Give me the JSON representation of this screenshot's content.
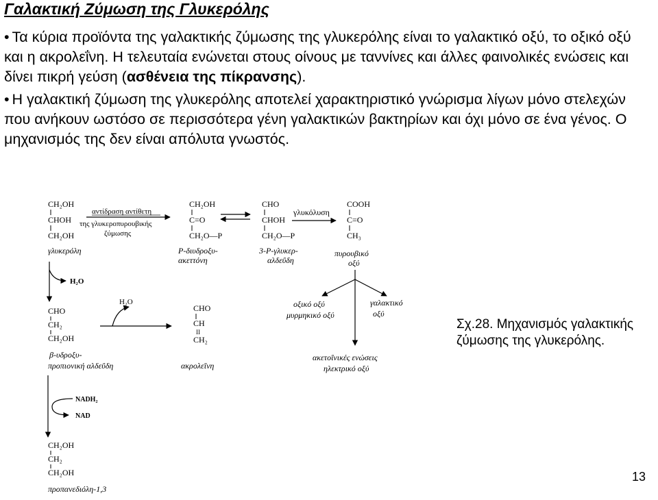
{
  "slide": {
    "title": "Γαλακτική Ζύμωση της Γλυκερόλης",
    "bullet1": {
      "pre": "Τα κύρια προϊόντα της γαλακτικής ζύμωσης της γλυκερόλης είναι το γαλακτικό οξύ, το οξικό οξύ και η ακρολεΐνη. Η τελευταία ενώνεται στους οίνους με ταννίνες και άλλες φαινολικές ενώσεις και δίνει πικρή γεύση (",
      "bold": "ασθένεια της πίκρανσης",
      "post": ")."
    },
    "bullet2": "Η γαλακτική ζύμωση της γλυκερόλης αποτελεί χαρακτηριστικό γνώρισμα λίγων μόνο στελεχών που ανήκουν ωστόσο σε περισσότερα γένη γαλακτικών βακτηρίων και όχι μόνο σε ένα γένος. Ο μηχανισμός της δεν είναι απόλυτα γνωστός.",
    "caption": "Σχ.28. Μηχανισμός γαλακτικής ζύμωσης της γλυκερόλης.",
    "page_number": "13"
  },
  "figure": {
    "glycerol": {
      "formula": [
        "CH₂OH",
        "CHOH",
        "CH₂OH"
      ],
      "name": "γλυκερόλη"
    },
    "reaction1_label": [
      "αντίδραση αντίθετη",
      "της γλυκεροπυρουβικής",
      "ζύμωσης"
    ],
    "dhap": {
      "formula": [
        "CH₂OH",
        "C=O",
        "CH₂O—P"
      ],
      "name": [
        "P-διυδροξυ-",
        "ακεττόνη"
      ]
    },
    "g3p": {
      "formula": [
        "CHO",
        "CHOH",
        "CH₂O—P"
      ],
      "name": [
        "3-P-γλυκερ-",
        "αλδεΰδη"
      ]
    },
    "glycolysis_label": "γλυκόλυση",
    "pyruvate": {
      "formula": [
        "COOH",
        "C=O",
        "CH₃"
      ],
      "name": [
        "πυρουβικό",
        "οξύ"
      ]
    },
    "water_out": "H₂O",
    "hpa": {
      "formula": [
        "CHO",
        "CH₂",
        "CH₂OH"
      ],
      "name": [
        "β-υδροξυ-",
        "προπιονική αλδεΰδη"
      ]
    },
    "water_out2": "H₂O",
    "acrolein": {
      "formula": [
        "CHO",
        "CH",
        "II",
        "CH₂"
      ],
      "name": "ακρολεΐνη"
    },
    "products_left": [
      "οξικό οξύ",
      "μυρμηκικό οξύ"
    ],
    "products_right": [
      "γαλακτικό",
      "οξύ"
    ],
    "products_bottom": [
      "ακετοΐνικές ενώσεις",
      "ηλεκτρικό οξύ"
    ],
    "nadh": "NADH₂",
    "nad": "NAD",
    "propanediol": {
      "formula": [
        "CH₂OH",
        "CH₂",
        "CH₂OH"
      ],
      "name": "προπανεδιόλη-1,3"
    }
  }
}
